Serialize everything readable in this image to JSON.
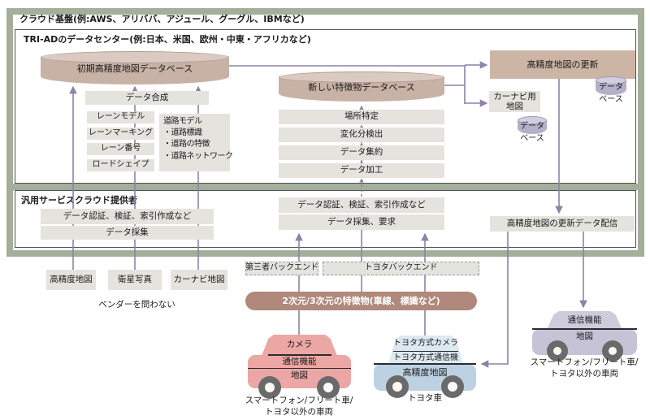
{
  "frame": {
    "cloud_title": "クラウド基盤(例:AWS、アリババ、アジュール、グーグル、IBMなど)",
    "triad_title": "TRI-ADのデータセンター(例:日本、米国、欧州・中東・アフリカなど)",
    "service_title": "汎用サービスクラウド提供者"
  },
  "triad": {
    "initial_db": "初期高精度地図データベース",
    "data_synthesis": "データ合成",
    "lanes": [
      "レーンモデル",
      "レーンマーキング",
      "レーン番号",
      "ロードシェイプ"
    ],
    "road_model": {
      "title": "道路モデル",
      "items": [
        "・道路標識",
        "・道路の特徴",
        "・道路ネットワーク"
      ]
    },
    "new_db": "新しい特徴物データベース",
    "steps": [
      "場所特定",
      "変化分検出",
      "データ集約",
      "データ加工"
    ],
    "map_update": "高精度地図の更新",
    "carnavi_line1": "カーナビ用",
    "carnavi_line2": "地図",
    "db_word": {
      "top": "データ",
      "bottom": "ベース"
    }
  },
  "service": {
    "auth_left": "データ認証、検証、索引作成など",
    "collect_left": "データ採集",
    "auth_mid": "データ認証、検証、索引作成など",
    "collect_mid": "データ採集、要求",
    "delivery": "高精度地図の更新データ配信"
  },
  "sources": {
    "items": [
      "高精度地図",
      "衛星写真",
      "カーナビ地図"
    ],
    "caption": "ベンダーを問わない"
  },
  "backend": {
    "third_party": "第三者バックエンド",
    "toyota": "トヨタバックエンド"
  },
  "pill": {
    "label": "2次元/3次元の特徴物(車線、標識など)"
  },
  "cars": {
    "pink": {
      "rows": [
        "カメラ",
        "通信機能",
        "地図"
      ],
      "caption": [
        "スマートフォン/フリート車/",
        "トヨタ以外の車両"
      ]
    },
    "blue": {
      "rows": [
        "トヨタ方式カメラ",
        "トヨタ方式通信機",
        "高精度地図"
      ],
      "caption": [
        "トヨタ車"
      ]
    },
    "lavender": {
      "rows": [
        "通信機能",
        "地図"
      ],
      "caption": [
        "スマートフォン/フリート車/",
        "トヨタ以外の車両"
      ]
    }
  },
  "colors": {
    "frame_green": "#A3AE9B",
    "cylinder_tan": "#C8B1A5",
    "box_gray": "#E5E3DE",
    "accent_tan": "#CDB5A6",
    "pill_brown": "#B1897C",
    "db_lavender": "#B5B0C9",
    "line_purple": "#8A84A8",
    "car_pink": "#ECA6A4",
    "car_blue": "#BCD2E2",
    "car_lavender": "#C7C3D7"
  }
}
